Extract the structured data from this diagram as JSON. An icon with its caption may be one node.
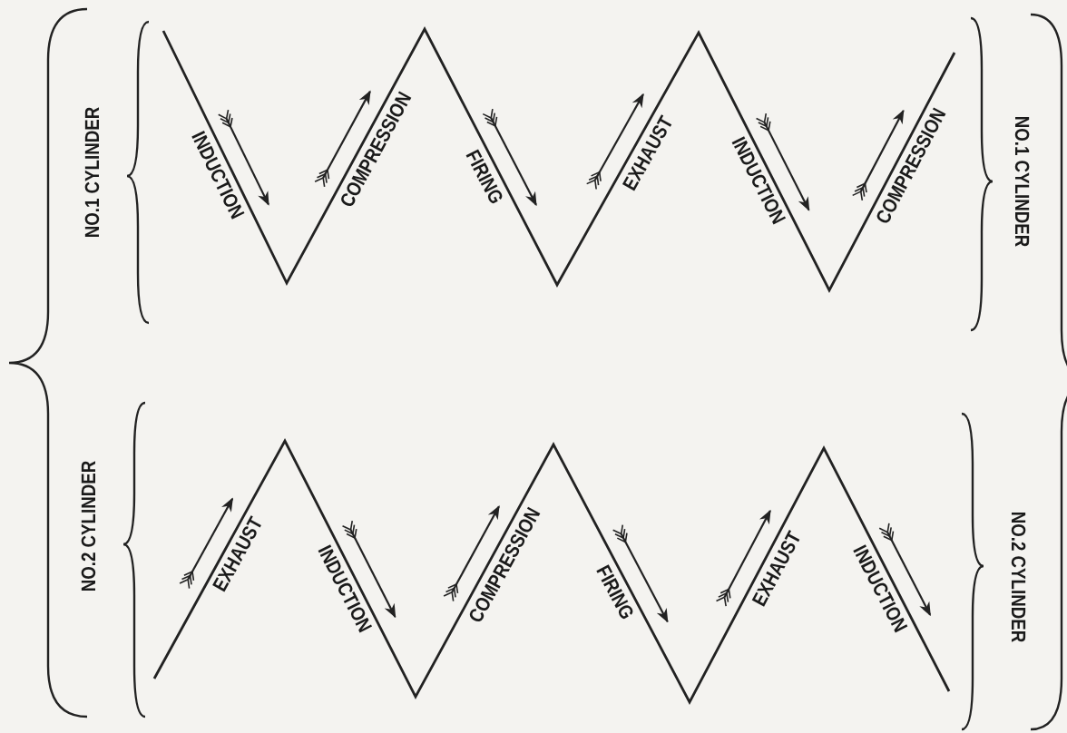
{
  "diagram": {
    "labels": [
      "NO.1 CYLINDER",
      "INDUCTION",
      "COMPRESSION",
      "FIRING",
      "EXHAUST",
      "INDUCTION",
      "COMPRESSION",
      "NO.1 CYLINDER",
      "NO.2 CYLINDER",
      "EXHAUST",
      "INDUCTION",
      "COMPRESSION",
      "FIRING",
      "EXHAUST",
      "INDUCTION",
      "NO.2 CYLINDER"
    ]
  }
}
